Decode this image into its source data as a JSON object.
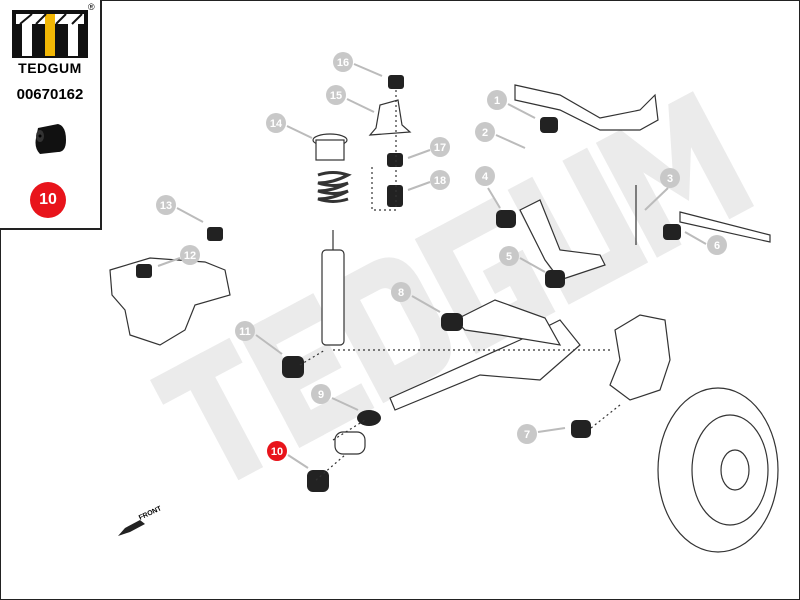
{
  "brand": {
    "name": "TEDGUM",
    "registered": "®",
    "accent": "#f2b705"
  },
  "part_number": "00670162",
  "selected_callout": "10",
  "highlight_color": "#e8141b",
  "watermark": "TEDGUM",
  "front_label": "FRONT",
  "callouts": {
    "c1": "1",
    "c2": "2",
    "c3": "3",
    "c4": "4",
    "c5": "5",
    "c6": "6",
    "c7": "7",
    "c8": "8",
    "c9": "9",
    "c10": "10",
    "c11": "11",
    "c12": "12",
    "c13": "13",
    "c14": "14",
    "c15": "15",
    "c16": "16",
    "c17": "17",
    "c18": "18"
  }
}
